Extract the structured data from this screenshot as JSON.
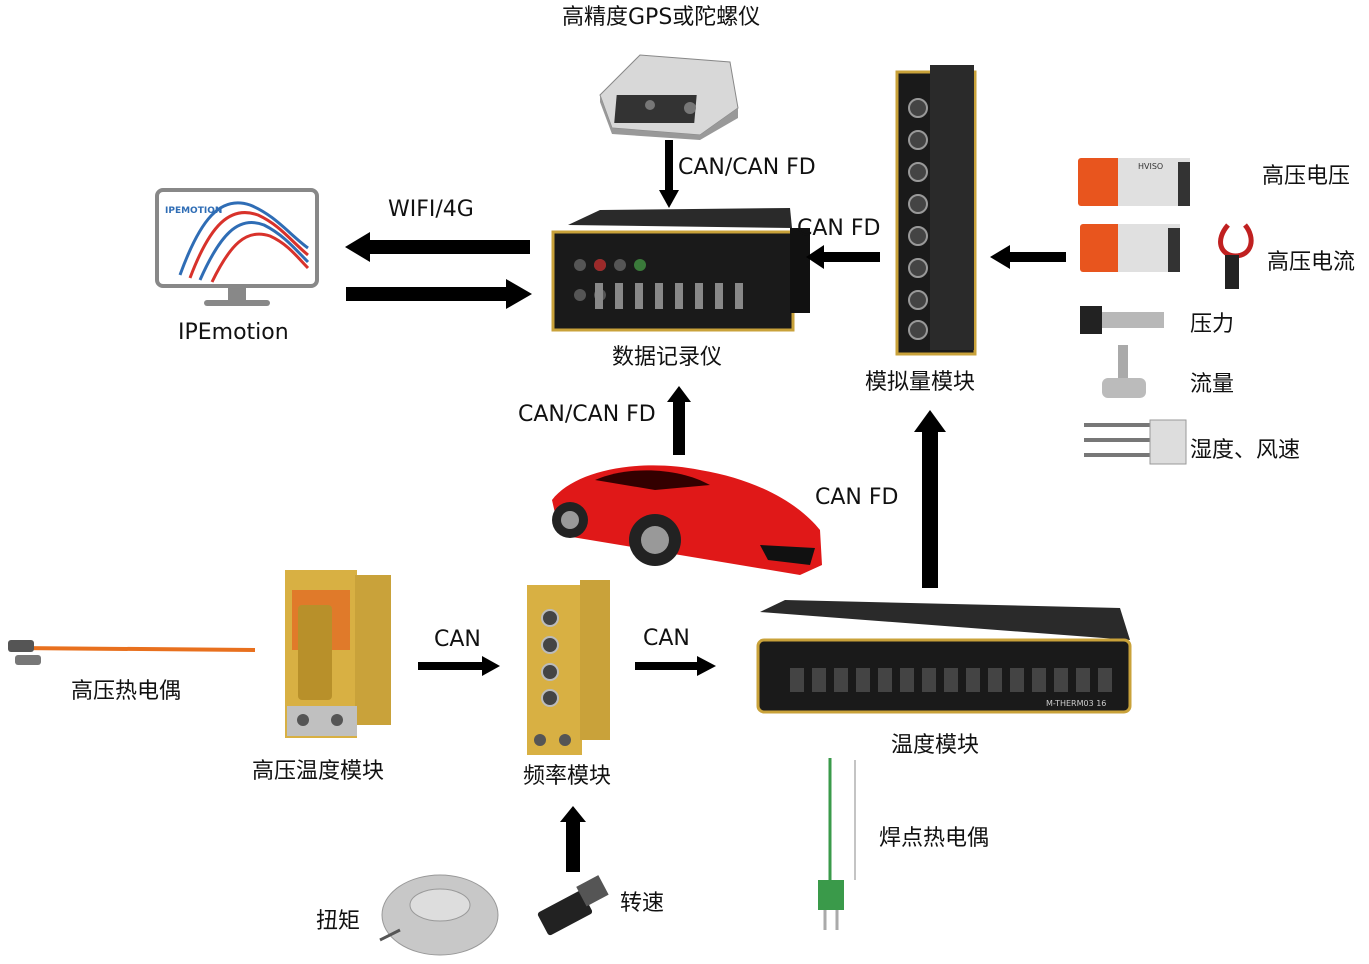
{
  "labels": {
    "gps": "高精度GPS或陀螺仪",
    "can_canfd_top": "CAN/CAN FD",
    "wifi4g": "WIFI/4G",
    "canfd_logger": "CAN FD",
    "ipemotion": "IPEmotion",
    "data_logger": "数据记录仪",
    "analog_module": "模拟量模块",
    "hv_voltage": "高压电压",
    "hv_current": "高压电流",
    "pressure": "压力",
    "flow": "流量",
    "humidity_wind": "湿度、风速",
    "can_canfd_mid": "CAN/CAN FD",
    "canfd_temp": "CAN FD",
    "can_left": "CAN",
    "can_right": "CAN",
    "hv_thermocouple": "高压热电偶",
    "hv_temp_module": "高压温度模块",
    "freq_module": "频率模块",
    "temp_module": "温度模块",
    "weld_thermocouple": "焊点热电偶",
    "torque": "扭矩",
    "speed": "转速"
  },
  "device_text": {
    "ipe_logo": "IPEMOTION",
    "hviso": "HVISO",
    "m_therm": "M-THERM03 16"
  },
  "colors": {
    "arrow": "#000000",
    "gold": "#c9a23a",
    "car_red": "#e01818",
    "ipe_red": "#d8322b",
    "ipe_blue": "#2f6db5"
  }
}
